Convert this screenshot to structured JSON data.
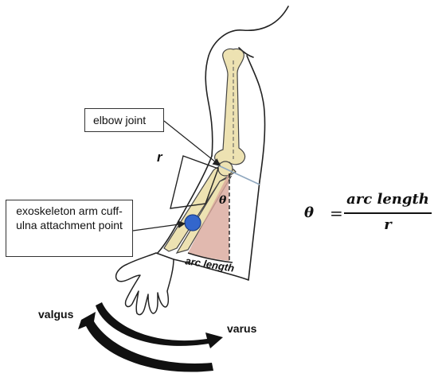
{
  "labels": {
    "elbow_joint": "elbow joint",
    "exoskeleton_attachment": "exoskeleton arm cuff-ulna attachment point",
    "radius_symbol": "r",
    "theta_symbol": "θ",
    "arc_length_label": "arc length",
    "valgus": "valgus",
    "varus": "varus"
  },
  "formula": {
    "lhs": "θ",
    "equals": "=",
    "numerator": "arc length",
    "denominator": "r"
  },
  "colors": {
    "bone": "#EDE2B2",
    "bone_outline": "#444444",
    "attachment_point": "#3366CC",
    "arc_sector": "#D9A79B",
    "outline": "#222222"
  }
}
